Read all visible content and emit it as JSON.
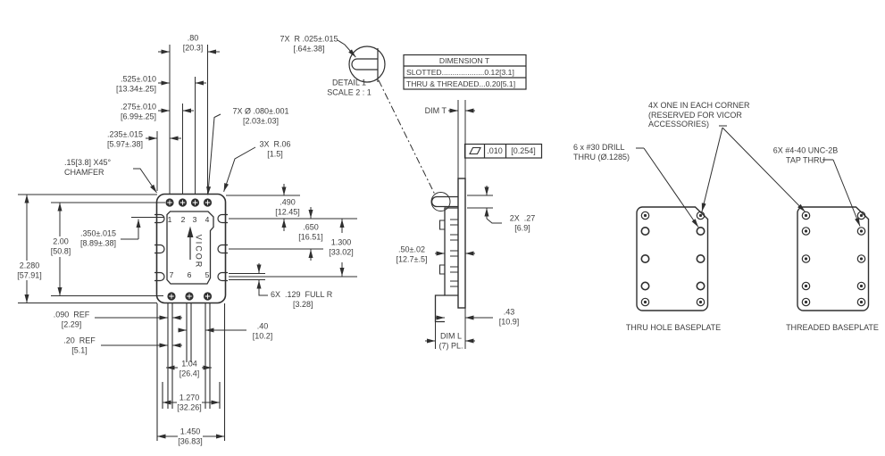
{
  "front": {
    "dim_top_width": ".80\n[20.3]",
    "dim_pin13": ".525±.010\n[13.34±.25]",
    "dim_pin12": ".275±.010\n[6.99±.25]",
    "dim_edge_pin": ".235±.015\n[5.97±.38]",
    "chamfer_note": ".15[3.8] X45°\nCHAMFER",
    "hole_note": "7X Ø .080±.001\n[2.03±.03]",
    "corner_radius_note": "3X  R.06\n[1.5]",
    "dim_height_overall": "2.280\n[57.91]",
    "dim_height_pins": "2.00\n[50.8]",
    "dim_350": ".350±.015\n[8.89±.38]",
    "dim_090": ".090  REF\n[2.29]",
    "dim_020": ".20  REF\n[5.1]",
    "dim_040": ".40\n[10.2]",
    "dim_104": "1.04\n[26.4]",
    "dim_1270": "1.270\n[32.26]",
    "dim_1450": "1.450\n[36.83]",
    "slot_note": "6X  .129  FULL R\n          [3.28]",
    "dim_490": ".490\n[12.45]",
    "dim_650": ".650\n[16.51]",
    "dim_1300": "1.300\n[33.02]",
    "pins_top": [
      "1",
      "2",
      "3",
      "4"
    ],
    "pins_bottom": [
      "7",
      "6",
      "5"
    ],
    "brand": "VICOR"
  },
  "detail": {
    "radius_note": "7X  R .025±.015\n[.64±.38]",
    "title": "DETAIL 1\nSCALE 2 : 1"
  },
  "dim_t_table": {
    "title": "DIMENSION T",
    "slotted": "SLOTTED....................0.12[3.1]",
    "thru": "THRU & THREADED...0.20[5.1]"
  },
  "side": {
    "dim_t": "DIM T",
    "flatness_value": ".010",
    "flatness_mm": "[0.254]",
    "dim_27": "2X  .27\n[6.9]",
    "dim_50": ".50±.02\n[12.7±.5]",
    "dim_43": ".43\n[10.9]",
    "dim_l": "DIM L\n(7) PL."
  },
  "baseplates": {
    "corner_note": "4X ONE IN EACH CORNER\n(RESERVED FOR VICOR\nACCESSORIES)",
    "drill_note": "6 x #30 DRILL\nTHRU (Ø.1285)",
    "tap_note": "6X #4-40 UNC-2B\nTAP THRU",
    "thru_label": "THRU HOLE BASEPLATE",
    "threaded_label": "THREADED BASEPLATE"
  },
  "colors": {
    "line": "#2f2f2f",
    "text": "#3d3d3d",
    "background": "#ffffff"
  }
}
